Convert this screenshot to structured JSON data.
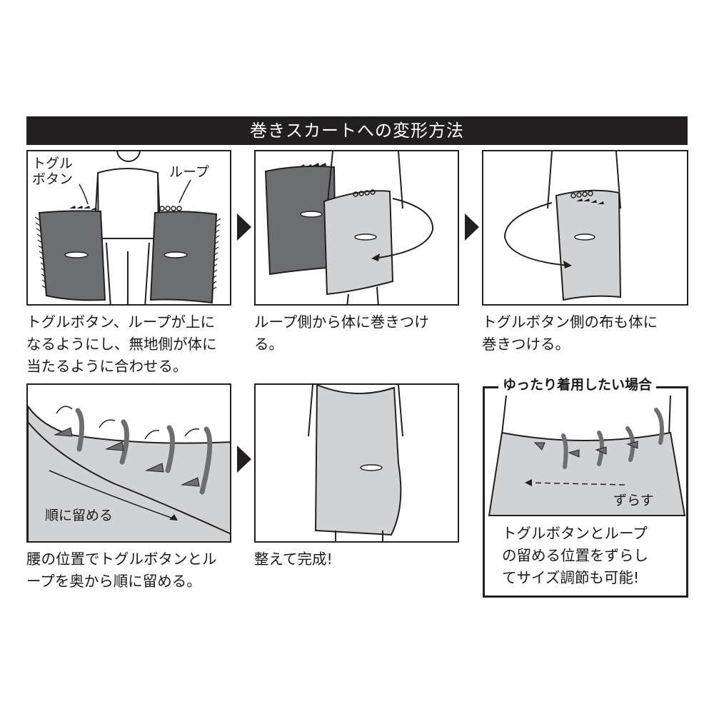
{
  "title": "巻きスカートへの変形方法",
  "steps": [
    {
      "caption": "トグルボタン、ループが上に\nなるようにし、無地側が体に\n当たるように合わせる。",
      "labels": {
        "toggle": "トグル\nボタン",
        "loop": "ループ"
      }
    },
    {
      "caption": "ループ側から体に巻きつけ\nる。"
    },
    {
      "caption": "トグルボタン側の布も体に\n巻きつける。"
    },
    {
      "caption": "腰の位置でトグルボタンとル\nープを奥から順に留める。",
      "labels": {
        "order": "順に留める"
      }
    },
    {
      "caption": "整えて完成!"
    }
  ],
  "note": {
    "title": "ゆったり着用したい場合",
    "label": "ずらす",
    "caption": "トグルボタンとループ\nの留める位置をずらし\nてサイズ調節も可能!"
  },
  "colors": {
    "dark_fabric": "#6d6e70",
    "light_fabric": "#d1d2d4",
    "ink": "#231f20"
  }
}
